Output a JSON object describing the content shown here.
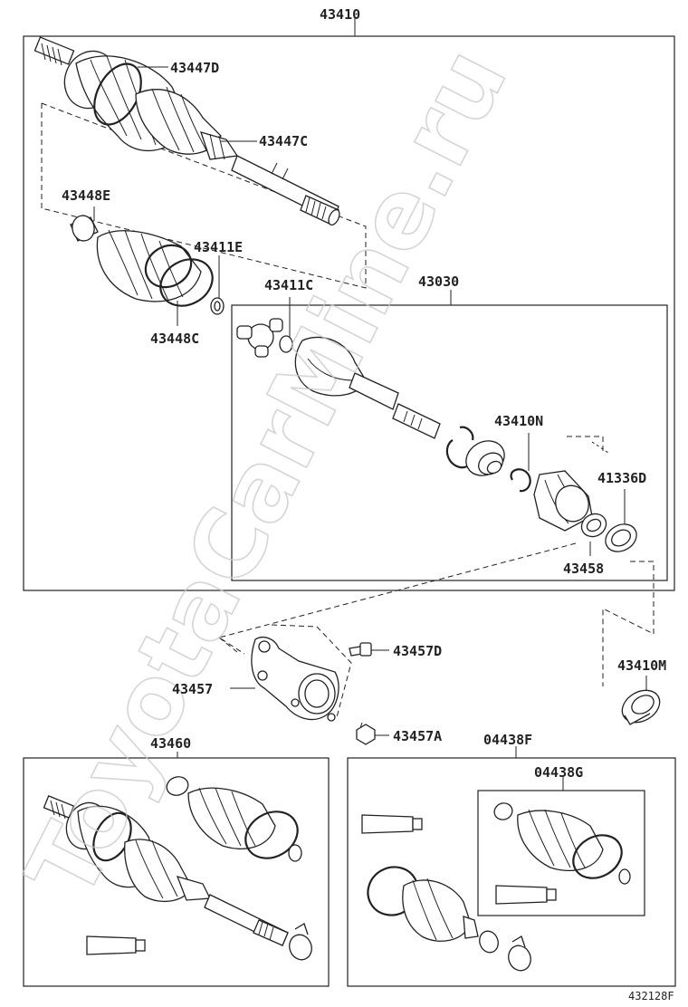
{
  "watermark": "ToyotaCarMine.ru",
  "figure_id": "432128F",
  "labels": {
    "l43410": "43410",
    "l43447D": "43447D",
    "l43447C": "43447C",
    "l43448E": "43448E",
    "l43411E": "43411E",
    "l43448C": "43448C",
    "l43411C": "43411C",
    "l43030": "43030",
    "l43410N": "43410N",
    "l41336D": "41336D",
    "l43458": "43458",
    "l43457D": "43457D",
    "l43457": "43457",
    "l43457A": "43457A",
    "l43410M": "43410M",
    "l43460": "43460",
    "l04438F": "04438F",
    "l04438G": "04438G"
  }
}
